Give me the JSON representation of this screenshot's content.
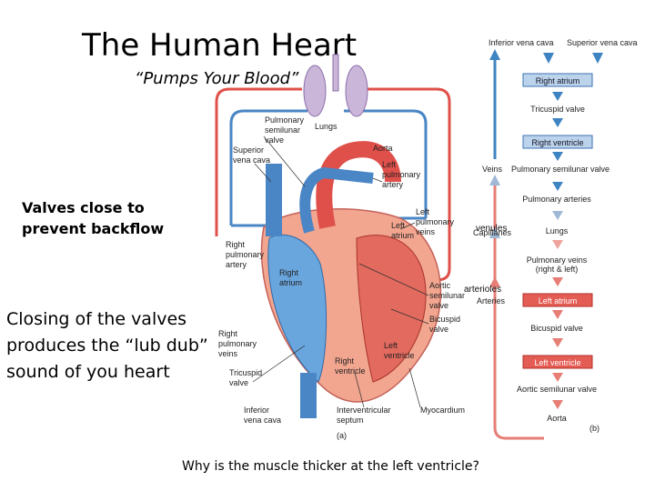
{
  "title": "The Human Heart",
  "subtitle": "“Pumps Your Blood”",
  "notes": {
    "valves": "Valves close to prevent backflow",
    "lub_dub": "Closing of the valves produces the “lub dub” sound of you heart",
    "question": "Why is the muscle thicker at the left ventricle?"
  },
  "diagram_a": {
    "labels": {
      "lungs": "Lungs",
      "pulm_semilunar": [
        "Pulmonary",
        "semilunar",
        "valve"
      ],
      "superior_vena_cava": [
        "Superior",
        "vena cava"
      ],
      "aorta": "Aorta",
      "left_pulm_artery": [
        "Left",
        "pulmonary",
        "artery"
      ],
      "left_atrium": [
        "Left",
        "atrium"
      ],
      "left_pulm_veins": [
        "Left",
        "pulmonary",
        "veins"
      ],
      "right_pulm_artery": [
        "Right",
        "pulmonary",
        "artery"
      ],
      "right_atrium": [
        "Right",
        "atrium"
      ],
      "aortic_semilunar": [
        "Aortic",
        "semilunar",
        "valve"
      ],
      "right_pulm_veins": [
        "Right",
        "pulmonary",
        "veins"
      ],
      "bicuspid": [
        "Bicuspid",
        "valve"
      ],
      "left_ventricle": [
        "Left",
        "ventricle"
      ],
      "right_ventricle": [
        "Right",
        "ventricle"
      ],
      "tricuspid": [
        "Tricuspid",
        "valve"
      ],
      "inferior_vena_cava": [
        "Inferior",
        "vena cava"
      ],
      "interventricular_septum": [
        "Interventricular",
        "septum"
      ],
      "myocardium": "Myocardium",
      "panel": "(a)"
    }
  },
  "diagram_b": {
    "top_left": "Inferior vena cava",
    "top_right": "Superior vena cava",
    "veins": "Veins",
    "venules": "venules",
    "capillaries": "Capillaries",
    "arterioles": "arterioles",
    "arteries": "Arteries",
    "panel": "(b)",
    "flow": [
      {
        "label": "Right atrium",
        "kind": "box-blue"
      },
      {
        "label": "Tricuspid valve",
        "kind": "text"
      },
      {
        "label": "Right ventricle",
        "kind": "box-blue"
      },
      {
        "label": "Pulmonary semilunar valve",
        "kind": "text"
      },
      {
        "label": "Pulmonary arteries",
        "kind": "text"
      },
      {
        "label": "Lungs",
        "kind": "text"
      },
      {
        "label": "Pulmonary veins",
        "kind": "text"
      },
      {
        "label": "(right & left)",
        "kind": "text"
      },
      {
        "label": "Left atrium",
        "kind": "box-red"
      },
      {
        "label": "Bicuspid valve",
        "kind": "text"
      },
      {
        "label": "Left ventricle",
        "kind": "box-red"
      },
      {
        "label": "Aortic semilunar valve",
        "kind": "text"
      },
      {
        "label": "Aorta",
        "kind": "text"
      }
    ]
  },
  "colors": {
    "deoxygenated": "#4a86c5",
    "oxygenated": "#e0504a",
    "heart_muscle": "#f2a58f",
    "lungs": "#c9b6d9"
  }
}
